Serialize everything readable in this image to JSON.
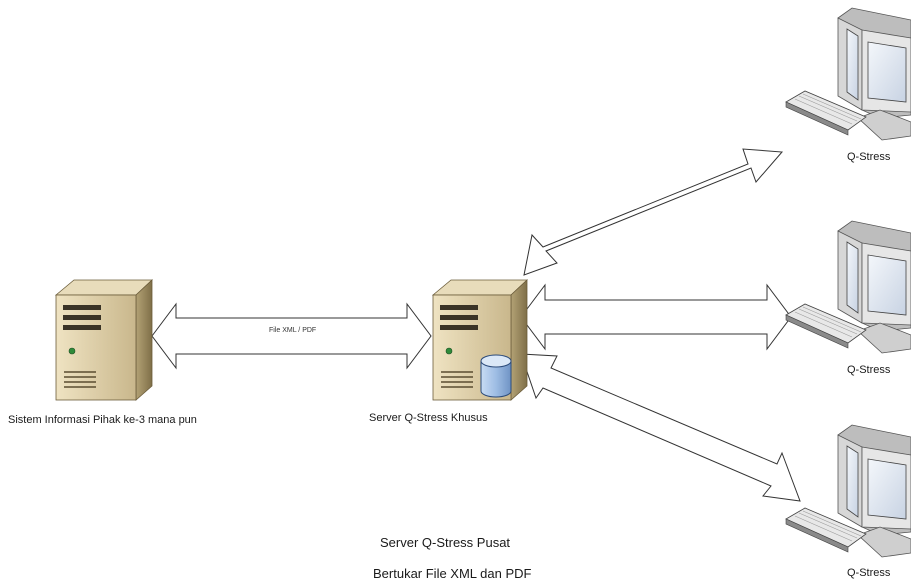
{
  "diagram": {
    "third_party_label": "Sistem Informasi Pihak ke-3 mana pun",
    "server_label": "Server Q-Stress Khusus",
    "arrow_label": "File XML / PDF",
    "clients": [
      {
        "label": "Q-Stress"
      },
      {
        "label": "Q-Stress"
      },
      {
        "label": "Q-Stress"
      }
    ],
    "caption_line1": "Server Q-Stress Pusat",
    "caption_line2": "Bertukar File XML dan PDF"
  },
  "colors": {
    "arrow_stroke": "#333333",
    "tower_face": "#d8c9a3",
    "tower_side": "#a89566",
    "monitor_frame": "#cfcfcf",
    "screen": "#dde4ee",
    "database": "#9fbce0"
  }
}
